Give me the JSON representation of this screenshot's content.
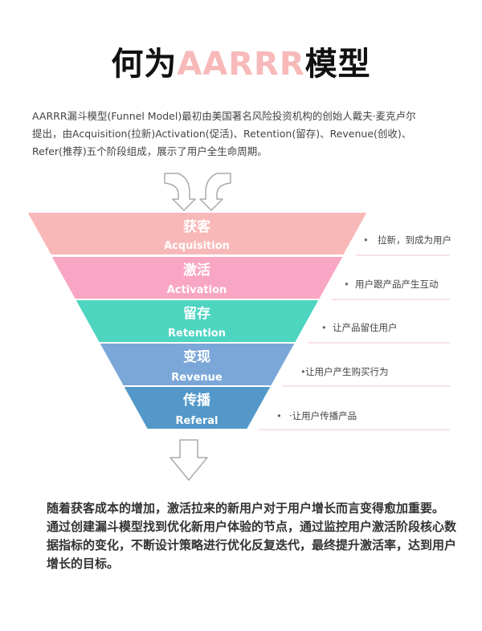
{
  "title": {
    "prefix": "何为",
    "accent": "AARRR",
    "suffix": "模型"
  },
  "intro": [
    "AARRR漏斗模型(Funnel Model)最初由美国著名风险投资机构的创始人戴夫·麦克卢尔",
    "提出，由Acquisition(拉新)Activation(促活)、Retention(留存)、Revenue(创收)、",
    "Refer(推荐)五个阶段组成，展示了用户全生命周期。"
  ],
  "stages": [
    {
      "name": "获客",
      "en": "Acquisition",
      "note": "拉新，到成为用户",
      "bullet": "•",
      "color": "#f9b8b8"
    },
    {
      "name": "激活",
      "en": "Activation",
      "note": "用户跟产品产生互动",
      "bullet": "•",
      "color": "#f8a6c4"
    },
    {
      "name": "留存",
      "en": "Retention",
      "note": "让产品留住用户",
      "bullet": "•",
      "color": "#4dd5c0"
    },
    {
      "name": "变现",
      "en": "Revenue",
      "note": "让用户产生购买行为",
      "bullet": "•",
      "color": "#7ba7d8"
    },
    {
      "name": "传播",
      "en": "Referal",
      "note": "·让用户传播产品",
      "bullet": "•",
      "color": "#5398c9"
    }
  ],
  "icons": {
    "top": "down-arrows-icon",
    "bottom": "down-arrow-icon"
  },
  "summary": [
    "随着获客成本的增加，激活拉来的新用户对于用户增长而言变得愈加重要。",
    "通过创建漏斗模型找到优化新用户体验的节点，通过监控用户激活阶段核心数据指标的变化，不断设计策略进行优化反复迭代，最终提升激活率，达到用户增长的目标。"
  ]
}
